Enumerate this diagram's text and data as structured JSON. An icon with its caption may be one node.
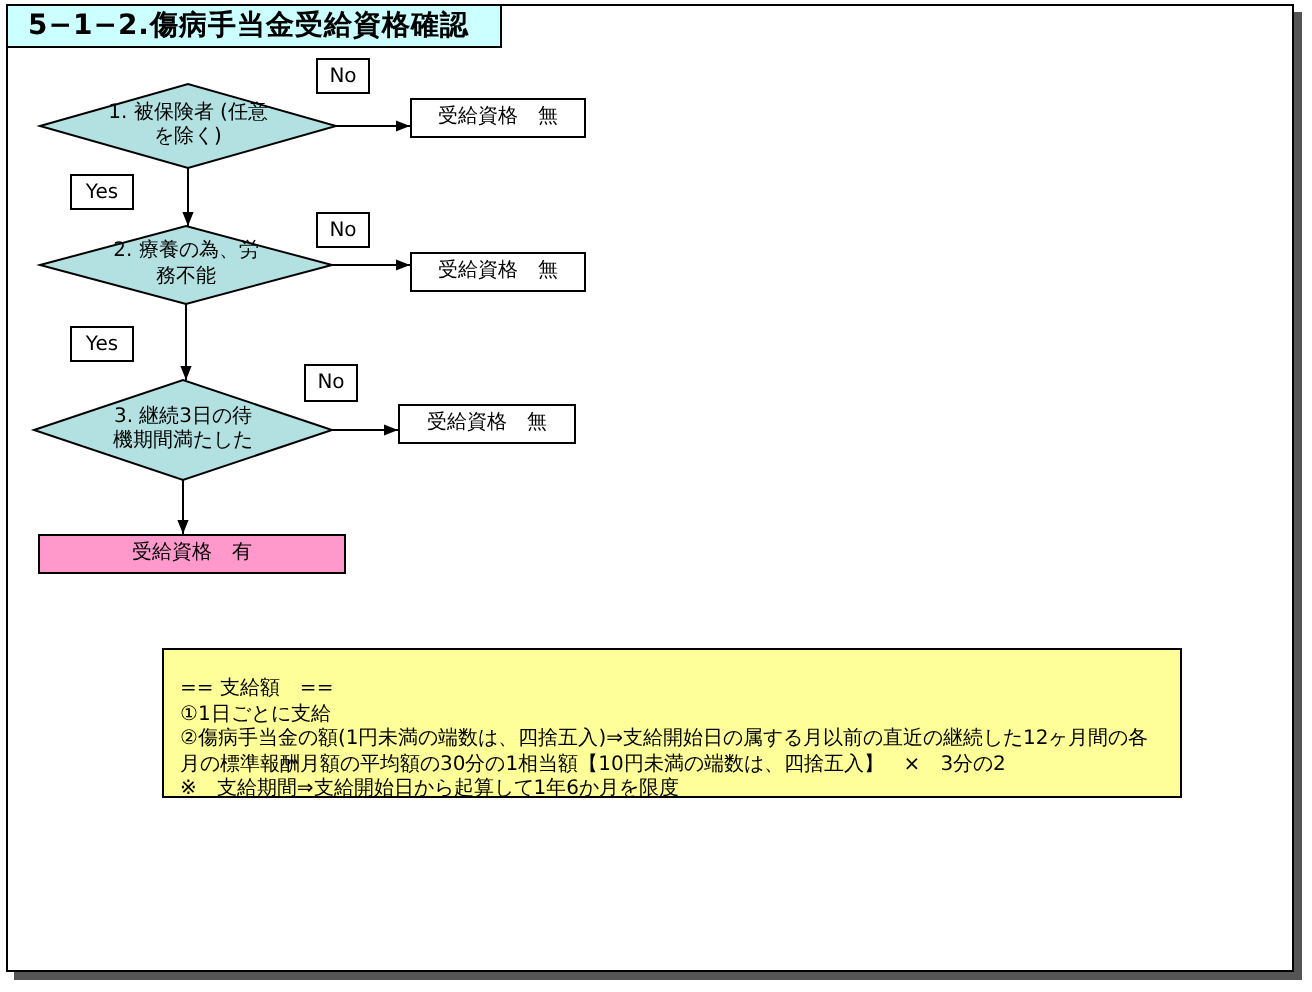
{
  "diagram": {
    "title": "5−1−2.傷病手当金受給資格確認",
    "nodes": [
      {
        "text": [
          "1. 被保険者 (任意を除く)"
        ]
      },
      {
        "text": [
          "受給資格　無"
        ]
      },
      {
        "text": [
          "2. 療養の為、労務不能"
        ]
      },
      {
        "text": [
          "受給資格　無"
        ]
      },
      {
        "text": [
          "3. 継続3日の待機期間満たした"
        ]
      },
      {
        "text": [
          "受給資格　無"
        ]
      },
      {
        "text": [
          "受給資格　有"
        ]
      },
      {
        "text": [
          "== 支給額　==",
          "①1日ごとに支給",
          "②傷病手当金の額(1円未満の端数は、四捨五入)⇒支給開始日の属する月以前の直近の継続した12ヶ月間の各月の標準報酬月額の平均額の30分の1相当額【10円未満の端数は、四捨五入】　×　3分の2",
          "※　支給期間⇒支給開始日から起算して1年6か月を限度"
        ]
      }
    ],
    "edges": [
      {
        "from": 0,
        "to": 1,
        "arrow": "to",
        "label": "No"
      },
      {
        "from": 0,
        "to": 2,
        "arrow": "to",
        "label": "Yes"
      },
      {
        "from": 2,
        "to": 3,
        "arrow": "to",
        "label": "No"
      },
      {
        "from": 2,
        "to": 4,
        "arrow": "to",
        "label": "Yes"
      },
      {
        "from": 4,
        "to": 5,
        "arrow": "to",
        "label": "No"
      },
      {
        "from": 4,
        "to": 6,
        "arrow": "to"
      }
    ]
  }
}
